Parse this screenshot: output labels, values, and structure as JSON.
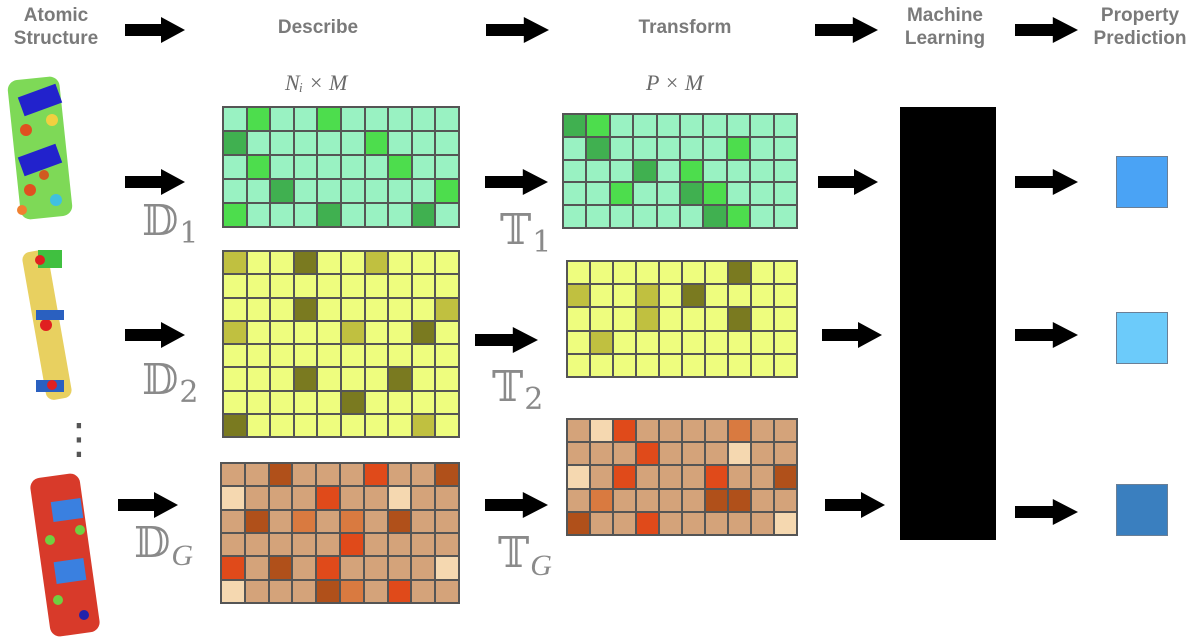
{
  "headers": {
    "atomic_structure": "Atomic\nStructure",
    "describe": "Describe",
    "transform": "Transform",
    "machine_learning": "Machine\nLearning",
    "property_prediction": "Property\nPrediction"
  },
  "dims": {
    "describe": "Nᵢ × M",
    "transform": "P × M"
  },
  "operators": {
    "d_symbol": "𝔻",
    "t_symbol": "𝕋",
    "d1_sub": "1",
    "d2_sub": "2",
    "dg_sub": "G",
    "t1_sub": "1",
    "t2_sub": "2",
    "tg_sub": "G"
  },
  "ellipsis": "⋮",
  "colors": {
    "green": [
      "#99f2c2",
      "#4ddd4d",
      "#40b050"
    ],
    "yellow": [
      "#eefd7e",
      "#c0c040",
      "#7a7a20"
    ],
    "orange": [
      "#d4a37a",
      "#e04a1a",
      "#b0501a",
      "#f5d8b0",
      "#d97a40"
    ],
    "outputs": [
      "#4aa3f5",
      "#6ccbfa",
      "#3a7fbf"
    ]
  },
  "grids": {
    "d1": {
      "rows": 5,
      "cols": 10,
      "palette": "green",
      "special": [
        [
          0,
          1,
          1
        ],
        [
          0,
          4,
          1
        ],
        [
          1,
          0,
          2
        ],
        [
          1,
          6,
          1
        ],
        [
          2,
          1,
          1
        ],
        [
          2,
          7,
          1
        ],
        [
          3,
          2,
          2
        ],
        [
          3,
          9,
          1
        ],
        [
          4,
          0,
          1
        ],
        [
          4,
          4,
          2
        ],
        [
          4,
          8,
          2
        ]
      ]
    },
    "t1": {
      "rows": 5,
      "cols": 10,
      "palette": "green",
      "special": [
        [
          0,
          0,
          2
        ],
        [
          0,
          1,
          1
        ],
        [
          1,
          1,
          2
        ],
        [
          1,
          7,
          1
        ],
        [
          2,
          3,
          2
        ],
        [
          2,
          5,
          1
        ],
        [
          3,
          2,
          1
        ],
        [
          3,
          5,
          2
        ],
        [
          3,
          6,
          1
        ],
        [
          4,
          6,
          2
        ],
        [
          4,
          7,
          1
        ]
      ]
    },
    "d2": {
      "rows": 8,
      "cols": 10,
      "palette": "yellow",
      "special": [
        [
          0,
          0,
          1
        ],
        [
          0,
          3,
          2
        ],
        [
          0,
          6,
          1
        ],
        [
          2,
          3,
          2
        ],
        [
          2,
          9,
          1
        ],
        [
          3,
          0,
          1
        ],
        [
          3,
          5,
          1
        ],
        [
          3,
          8,
          2
        ],
        [
          5,
          3,
          2
        ],
        [
          5,
          7,
          2
        ],
        [
          6,
          5,
          2
        ],
        [
          7,
          0,
          2
        ],
        [
          7,
          8,
          1
        ]
      ]
    },
    "t2": {
      "rows": 5,
      "cols": 10,
      "palette": "yellow",
      "special": [
        [
          0,
          7,
          2
        ],
        [
          1,
          0,
          1
        ],
        [
          1,
          3,
          1
        ],
        [
          1,
          5,
          2
        ],
        [
          2,
          7,
          2
        ],
        [
          2,
          3,
          1
        ],
        [
          3,
          1,
          1
        ]
      ]
    },
    "dg": {
      "rows": 6,
      "cols": 10,
      "palette": "orange",
      "special": [
        [
          0,
          2,
          2
        ],
        [
          0,
          6,
          1
        ],
        [
          0,
          9,
          2
        ],
        [
          1,
          0,
          3
        ],
        [
          1,
          4,
          1
        ],
        [
          1,
          7,
          3
        ],
        [
          2,
          1,
          2
        ],
        [
          2,
          3,
          4
        ],
        [
          2,
          5,
          4
        ],
        [
          2,
          7,
          2
        ],
        [
          3,
          5,
          1
        ],
        [
          4,
          0,
          1
        ],
        [
          4,
          2,
          2
        ],
        [
          4,
          4,
          1
        ],
        [
          4,
          9,
          3
        ],
        [
          5,
          0,
          3
        ],
        [
          5,
          4,
          2
        ],
        [
          5,
          5,
          4
        ],
        [
          5,
          7,
          1
        ]
      ]
    },
    "tg": {
      "rows": 5,
      "cols": 10,
      "palette": "orange",
      "special": [
        [
          0,
          1,
          3
        ],
        [
          0,
          2,
          1
        ],
        [
          0,
          7,
          4
        ],
        [
          1,
          3,
          1
        ],
        [
          1,
          7,
          3
        ],
        [
          2,
          0,
          3
        ],
        [
          2,
          2,
          1
        ],
        [
          2,
          6,
          1
        ],
        [
          2,
          9,
          2
        ],
        [
          3,
          1,
          4
        ],
        [
          3,
          6,
          2
        ],
        [
          3,
          7,
          2
        ],
        [
          4,
          0,
          2
        ],
        [
          4,
          3,
          1
        ],
        [
          4,
          9,
          3
        ]
      ]
    }
  }
}
